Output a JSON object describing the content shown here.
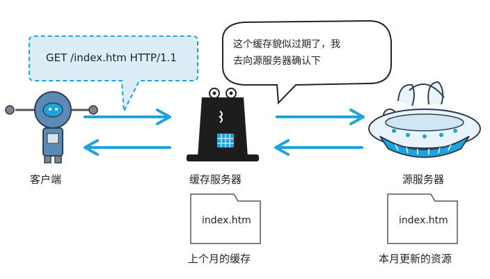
{
  "request_bubble": {
    "text": "GET /index.htm HTTP/1.1"
  },
  "speech_bubble": {
    "line1": "这个缓存貌似过期了，我",
    "line2": "去向源服务器确认下"
  },
  "nodes": {
    "client": {
      "label": "客户端"
    },
    "cache_server": {
      "label": "缓存服务器"
    },
    "origin_server": {
      "label": "源服务器"
    }
  },
  "files": {
    "cache_file": {
      "name": "index.htm",
      "caption": "上个月的缓存"
    },
    "origin_file": {
      "name": "index.htm",
      "caption": "本月更新的资源"
    }
  },
  "colors": {
    "arrow": "#1fa3dd",
    "bubble_fill": "#dbeef7",
    "bubble_stroke": "#1fa3dd",
    "robot": "#5b8bb5"
  }
}
